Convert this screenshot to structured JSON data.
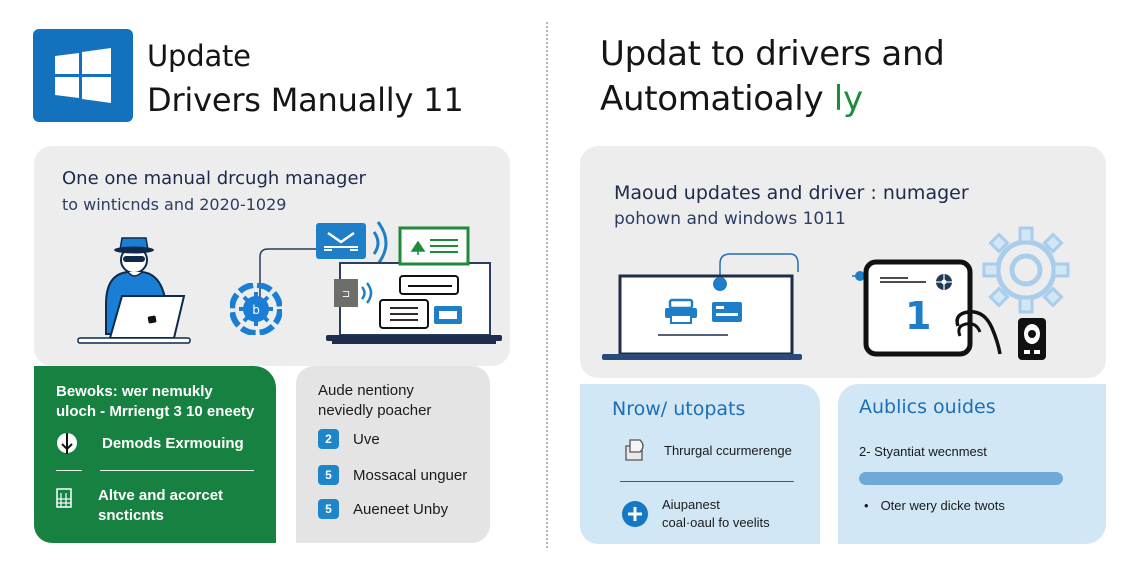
{
  "left": {
    "title_line1": "Update",
    "title_line2": "Drivers Manually 11",
    "logo_icon": "windows-logo-icon",
    "top_panel": {
      "title": "One one manual drcugh manager",
      "subtitle": "to winticnds and 2020-1029",
      "illustration": [
        "person-with-laptop-icon",
        "gear-badge-icon",
        "mail-icon",
        "wireless-signal-icon",
        "monitor-with-windows-icon"
      ]
    },
    "green_card": {
      "heading_line1": "Bewoks: wer nemukly",
      "heading_line2": "uloch - Mrriengt 3 10 eneety",
      "items": [
        {
          "icon": "download-arrow-icon",
          "text": "Demods Exrmouing"
        },
        {
          "icon": "building-icon",
          "text_line1": "Altve and acorcet",
          "text_line2": "sncticnts"
        }
      ]
    },
    "grey_card": {
      "heading_line1": "Aude nentiony",
      "heading_line2": "neviedly poacher",
      "items": [
        {
          "badge": "2",
          "text": "Uve"
        },
        {
          "badge": "5",
          "text": "Mossacal unguer"
        },
        {
          "badge": "5",
          "text": "Aueneet Unby"
        }
      ]
    }
  },
  "right": {
    "title_line1": "Updat to drivers and",
    "title_line2_main": "Automatioaly ",
    "title_line2_accent": "ly",
    "top_panel": {
      "title": "Maoud updates and driver : numager",
      "subtitle": "pohown and windows 1011",
      "device_number": "1",
      "illustration": [
        "laptop-icon",
        "printer-icon",
        "card-icon",
        "tablet-icon",
        "hand-icon",
        "gear-icon",
        "phone-icon"
      ]
    },
    "blue_card_left": {
      "heading": "Nrow/ utopats",
      "items": [
        {
          "icon": "document-icon",
          "text": "Thrurgal ccurmerenge"
        },
        {
          "icon": "plus-circle-icon",
          "text_line1": "Aiupanest",
          "text_line2": "coal·oaul fo veelits"
        }
      ]
    },
    "blue_card_right": {
      "heading": "Aublics ouides",
      "item_label": "2- Styantiat wecnmest",
      "progress_percent": 100,
      "bullet": "Oter wery dicke twots"
    }
  },
  "colors": {
    "windows_blue": "#1471bd",
    "accent_green": "#1e8c3a",
    "card_green": "#178141",
    "badge_blue": "#1e86c8",
    "light_blue": "#d2e7f6",
    "heading_blue": "#1c6fb3"
  }
}
